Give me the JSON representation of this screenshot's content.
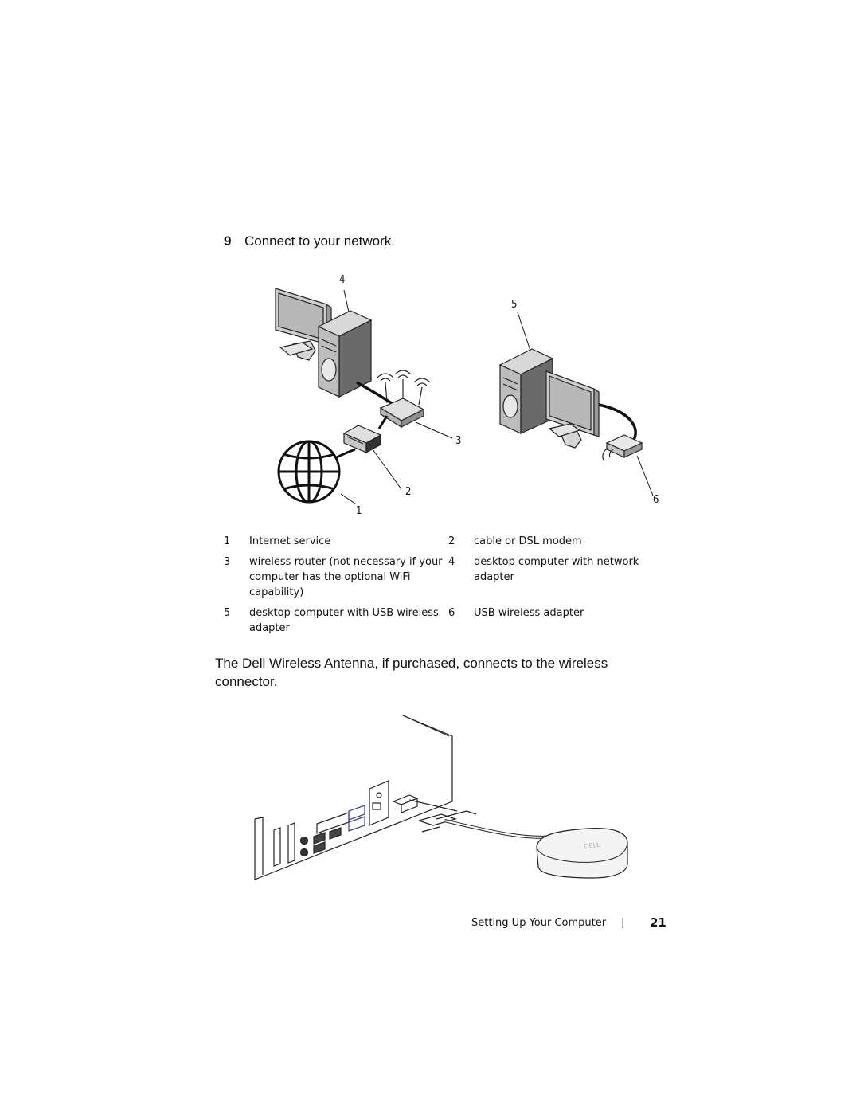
{
  "step": {
    "number": "9",
    "text": "Connect to your network."
  },
  "network_figure": {
    "callouts": [
      "1",
      "2",
      "3",
      "4",
      "5",
      "6"
    ]
  },
  "legend": {
    "rows": [
      [
        {
          "num": "1",
          "text": "Internet service"
        },
        {
          "num": "2",
          "text": "cable or DSL modem"
        }
      ],
      [
        {
          "num": "3",
          "text": "wireless router (not necessary if your computer has the optional WiFi capability)"
        },
        {
          "num": "4",
          "text": "desktop computer with network adapter"
        }
      ],
      [
        {
          "num": "5",
          "text": "desktop computer with USB wireless adapter"
        },
        {
          "num": "6",
          "text": "USB wireless adapter"
        }
      ]
    ]
  },
  "paragraph": "The Dell  Wireless Antenna, if purchased, connects to the wireless connector.",
  "antenna_logo": "DELL",
  "footer": {
    "section_title": "Setting Up Your Computer",
    "separator": "|",
    "page_number": "21"
  }
}
